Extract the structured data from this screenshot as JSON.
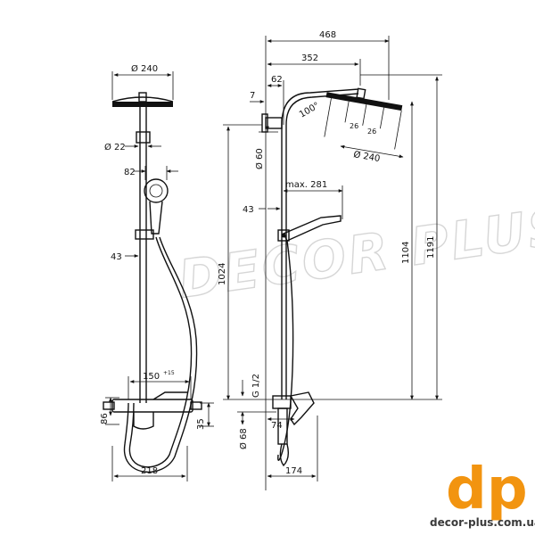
{
  "watermark": "DECOR PLUS",
  "logo": {
    "mark": "dp",
    "url": "decor-plus.com.ua",
    "color": "#f29410"
  },
  "front_view": {
    "head_diameter": "Ø 240",
    "pipe_diameter": "Ø 22",
    "handshower_depth": "82",
    "holder_offset": "43",
    "mixer_centers": "150",
    "mixer_tolerance": "+15",
    "mixer_height": "86",
    "spout_offset": "35",
    "mixer_width": "218"
  },
  "side_view": {
    "total_reach": "468",
    "arm_reach": "352",
    "wall_offset": "62",
    "bracket_offset": "7",
    "angle": "100°",
    "spray_inner_1": "26",
    "spray_inner_2": "26",
    "head_diameter": "Ø 240",
    "pipe_diameter": "Ø 60",
    "max_holder": "max. 281",
    "holder_offset": "43",
    "adjust_height": "1024",
    "head_height": "1104",
    "total_height": "1191",
    "connection": "G 1/2",
    "flange_diameter": "Ø 68",
    "mixer_depth": "74",
    "base_depth": "174"
  }
}
